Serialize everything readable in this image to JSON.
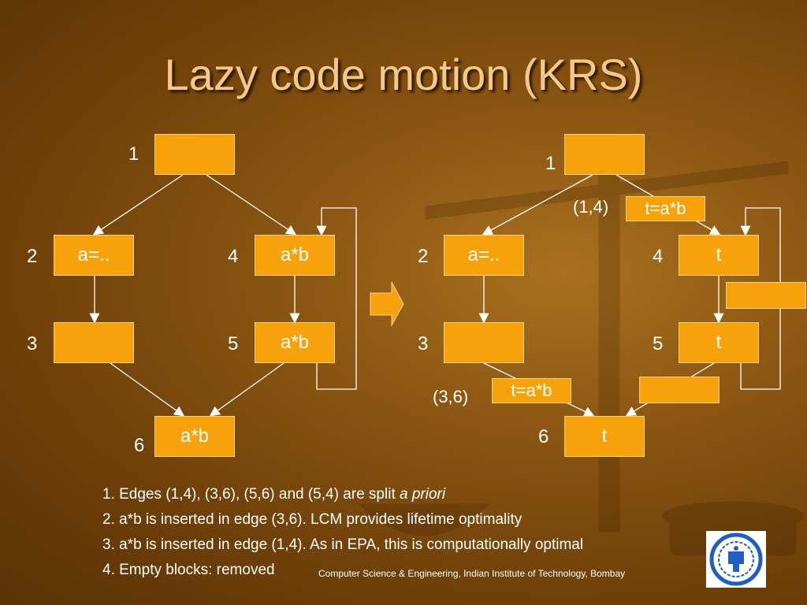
{
  "title": "Lazy code motion (KRS)",
  "left_graph": {
    "nodes": [
      {
        "id": "1",
        "label": ""
      },
      {
        "id": "2",
        "label": "a=.."
      },
      {
        "id": "4",
        "label": "a*b"
      },
      {
        "id": "3",
        "label": ""
      },
      {
        "id": "5",
        "label": "a*b"
      },
      {
        "id": "6",
        "label": "a*b"
      }
    ]
  },
  "right_graph": {
    "nodes": [
      {
        "id": "1",
        "label": ""
      },
      {
        "id": "2",
        "label": "a=.."
      },
      {
        "id": "4",
        "label": "t"
      },
      {
        "id": "3",
        "label": ""
      },
      {
        "id": "5",
        "label": "t"
      },
      {
        "id": "6",
        "label": "t"
      }
    ],
    "inserted": [
      {
        "edge": "(1,4)",
        "label": "t=a*b"
      },
      {
        "edge": "(3,6)",
        "label": "t=a*b"
      }
    ]
  },
  "bullets": [
    {
      "text": "1. Edges (1,4), (3,6), (5,6) and (5,4) are split ",
      "italic": "a priori"
    },
    {
      "text": "2. a*b is inserted in edge (3,6). LCM provides lifetime optimality"
    },
    {
      "text": "3. a*b is inserted in edge (1,4). As in EPA, this is computationally optimal"
    },
    {
      "text": "4. Empty blocks: removed"
    }
  ],
  "footer": "Computer  Science & Engineering, Indian Institute of Technology,  Bombay",
  "colors": {
    "block": "#f7a20a",
    "title": "#f2c98a",
    "background": "#8a5512"
  }
}
